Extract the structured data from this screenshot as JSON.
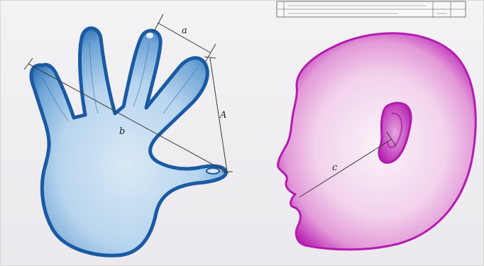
{
  "drawing": {
    "labels": {
      "finger_span": "a",
      "palm_width": "b",
      "hand_length": "A",
      "face_to_ear": "c"
    },
    "colors": {
      "paper": "#f1f0f2",
      "hand_light": "#cfe2f1",
      "hand_mid": "#8fbde3",
      "hand_outline": "#1f5fa8",
      "head_light": "#f6e4f3",
      "head_mid": "#e8a6de",
      "head_outline": "#b21fae",
      "dimension_line": "#3a3a3a"
    },
    "title_block": {
      "row1_text": "",
      "row2_text": ""
    }
  }
}
